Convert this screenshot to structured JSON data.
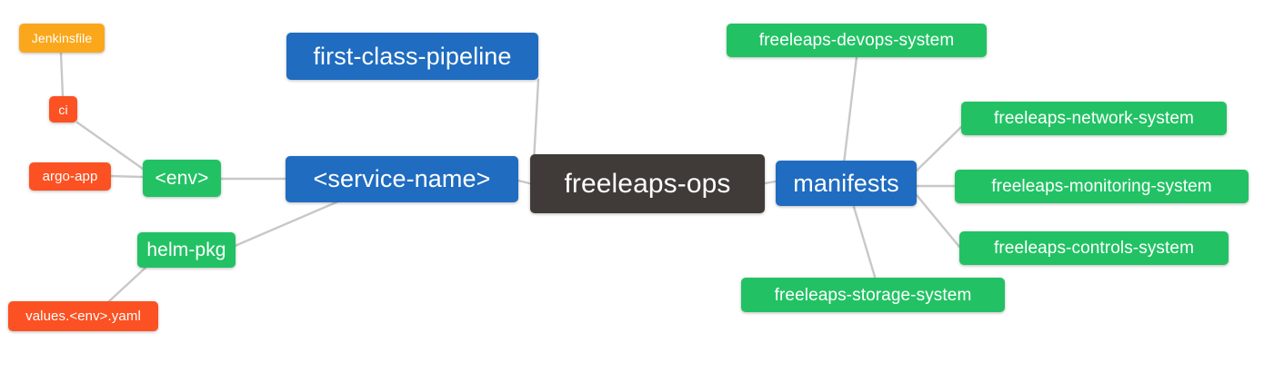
{
  "diagram": {
    "type": "mind-map",
    "title": "freeleaps-ops",
    "background": "#ffffff",
    "edge_color": "#c8c8c8",
    "palette": {
      "root": "#403A38",
      "blue": "#1F6CC0",
      "green": "#22C264",
      "orange": "#FBA71B",
      "red": "#FC5122"
    }
  },
  "nodes": {
    "root": {
      "label": "freeleaps-ops",
      "color": "#403A38",
      "font_size": 30
    },
    "first_class_pipeline": {
      "label": "first-class-pipeline",
      "color": "#1F6CC0",
      "font_size": 27
    },
    "service_name": {
      "label": "<service-name>",
      "color": "#1F6CC0",
      "font_size": 27
    },
    "manifests": {
      "label": "manifests",
      "color": "#1F6CC0",
      "font_size": 27
    },
    "env": {
      "label": "<env>",
      "color": "#22C264",
      "font_size": 21
    },
    "helm_pkg": {
      "label": "helm-pkg",
      "color": "#22C264",
      "font_size": 21
    },
    "jenkinsfile": {
      "label": "Jenkinsfile",
      "color": "#FBA71B",
      "font_size": 14
    },
    "ci": {
      "label": "ci",
      "color": "#FC5122",
      "font_size": 14
    },
    "argo_app": {
      "label": "argo-app",
      "color": "#FC5122",
      "font_size": 15
    },
    "values_yaml": {
      "label": "values.<env>.yaml",
      "color": "#FC5122",
      "font_size": 15
    },
    "devops_system": {
      "label": "freeleaps-devops-system",
      "color": "#22C264",
      "font_size": 19
    },
    "network_system": {
      "label": "freeleaps-network-system",
      "color": "#22C264",
      "font_size": 19
    },
    "monitoring_system": {
      "label": "freeleaps-monitoring-system",
      "color": "#22C264",
      "font_size": 19
    },
    "controls_system": {
      "label": "freeleaps-controls-system",
      "color": "#22C264",
      "font_size": 19
    },
    "storage_system": {
      "label": "freeleaps-storage-system",
      "color": "#22C264",
      "font_size": 19
    }
  },
  "edges": [
    {
      "from": "root",
      "to": "first_class_pipeline"
    },
    {
      "from": "root",
      "to": "service_name"
    },
    {
      "from": "root",
      "to": "manifests"
    },
    {
      "from": "service_name",
      "to": "env"
    },
    {
      "from": "service_name",
      "to": "helm_pkg"
    },
    {
      "from": "env",
      "to": "ci"
    },
    {
      "from": "env",
      "to": "argo_app"
    },
    {
      "from": "ci",
      "to": "jenkinsfile"
    },
    {
      "from": "helm_pkg",
      "to": "values_yaml"
    },
    {
      "from": "manifests",
      "to": "devops_system"
    },
    {
      "from": "manifests",
      "to": "network_system"
    },
    {
      "from": "manifests",
      "to": "monitoring_system"
    },
    {
      "from": "manifests",
      "to": "controls_system"
    },
    {
      "from": "manifests",
      "to": "storage_system"
    }
  ]
}
